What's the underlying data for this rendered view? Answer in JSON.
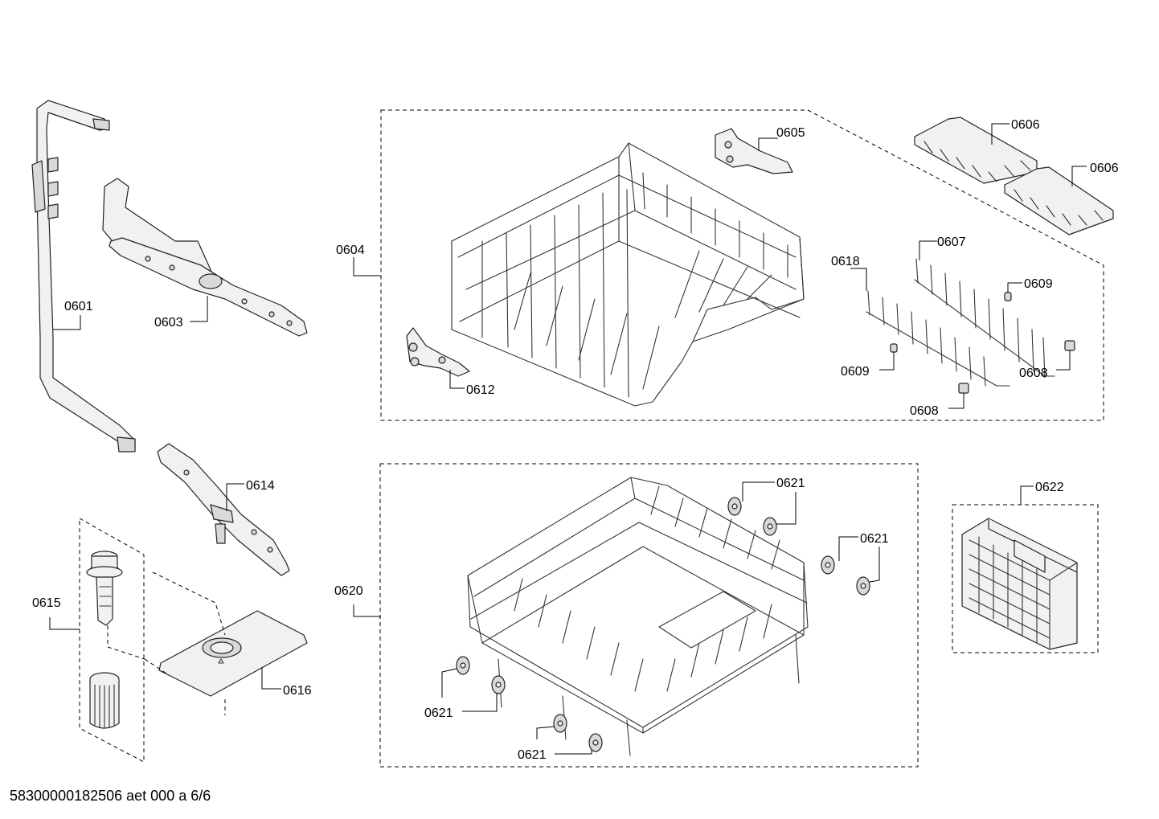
{
  "parts": {
    "p0601": "0601",
    "p0603": "0603",
    "p0604": "0604",
    "p0605": "0605",
    "p0606": "0606",
    "p0607": "0607",
    "p0608": "0608",
    "p0609": "0609",
    "p0612": "0612",
    "p0614": "0614",
    "p0615": "0615",
    "p0616": "0616",
    "p0618": "0618",
    "p0620": "0620",
    "p0621": "0621",
    "p0622": "0622"
  },
  "footer": {
    "doc_id": "58300000182506 aet 000 a 6/6"
  }
}
